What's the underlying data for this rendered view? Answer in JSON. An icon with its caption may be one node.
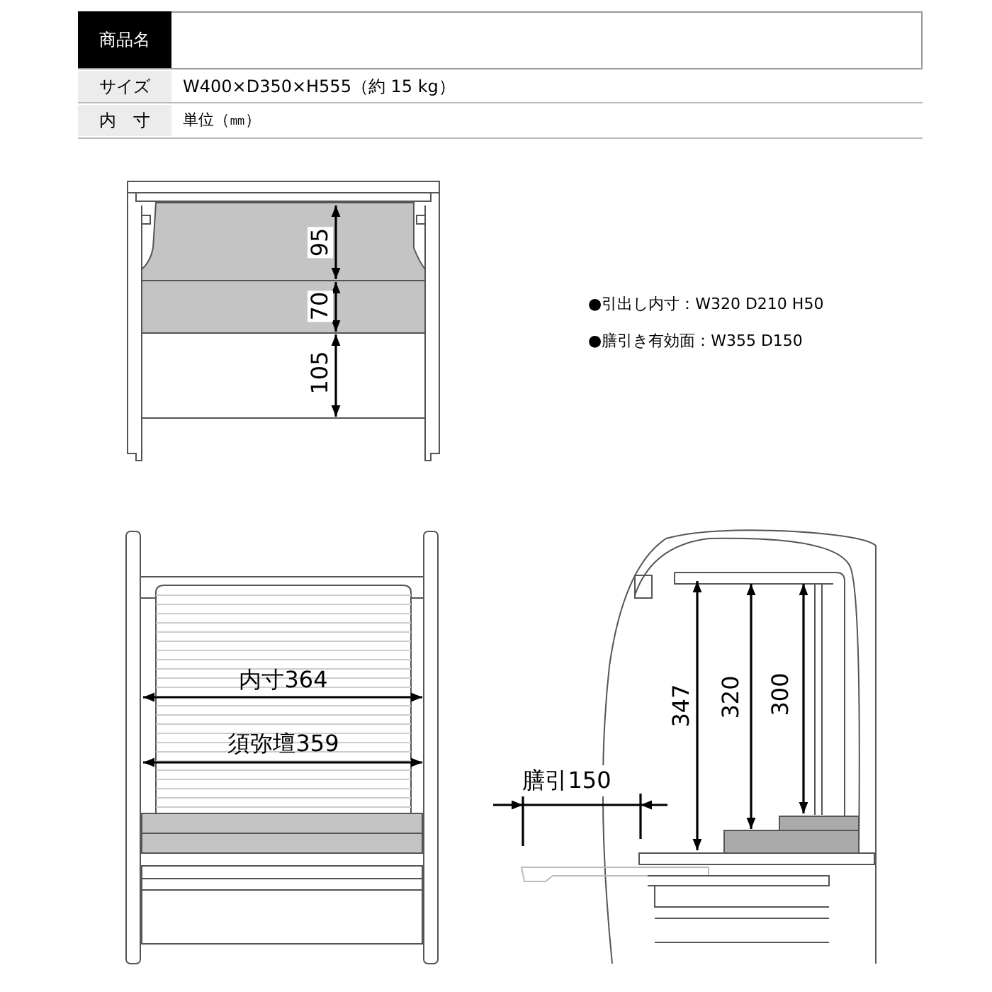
{
  "diagram": {
    "labels": [
      "商品名",
      "サイズ",
      "W400×D350×H555（約 15 kg）",
      "内　寸",
      "単位（㎜）",
      "●引出し内寸：W320 D210 H50",
      "●膳引き有効面：W355 D150",
      "95",
      "70",
      "105",
      "内寸364",
      "須弥壇359",
      "膳引150",
      "347",
      "320",
      "300"
    ]
  }
}
